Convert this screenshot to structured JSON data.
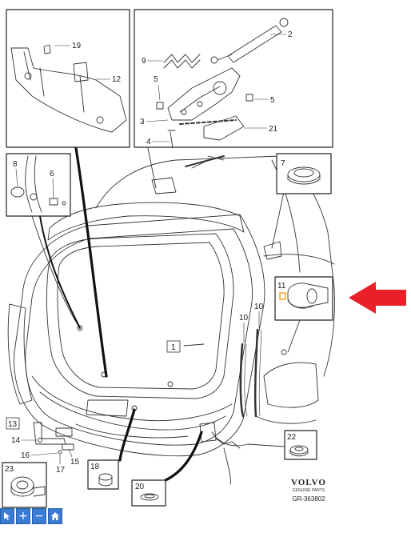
{
  "diagram": {
    "brand": "VOLVO",
    "brand_sub": "GENUINE PARTS",
    "code": "GR-363802",
    "labels": {
      "p1": "1",
      "p2": "2",
      "p3": "3",
      "p4": "4",
      "p5a": "5",
      "p5b": "5",
      "p6": "6",
      "p7": "7",
      "p8": "8",
      "p9": "9",
      "p10a": "10",
      "p10b": "10",
      "p11": "11",
      "p12": "12",
      "p13": "13",
      "p14": "14",
      "p15": "15",
      "p16": "16",
      "p17": "17",
      "p18": "18",
      "p19": "19",
      "p20": "20",
      "p21": "21",
      "p22": "22",
      "p23": "23"
    },
    "arrow_color": "#e8202a",
    "highlight_color": "#f5a623"
  },
  "zoom_controls": {
    "pointer_icon": "cursor-icon",
    "zoom_in": "+",
    "zoom_out": "−",
    "home_icon": "home-icon"
  }
}
